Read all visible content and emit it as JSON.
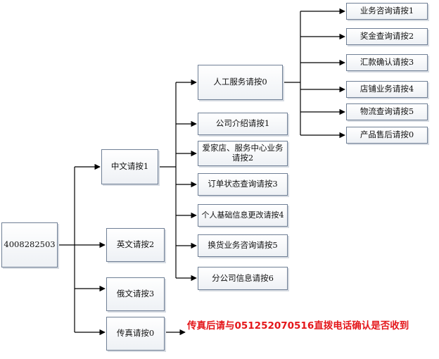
{
  "diagram": {
    "root": {
      "label": "4008282503"
    },
    "level1": [
      {
        "label": "中文请按1"
      },
      {
        "label": "英文请按2"
      },
      {
        "label": "俄文请按3"
      },
      {
        "label": "传真请按0"
      }
    ],
    "chinese_menu": [
      {
        "label": "人工服务请按0"
      },
      {
        "label": "公司介绍请按1"
      },
      {
        "label": "爱家店、服务中心业务请按2"
      },
      {
        "label": "订单状态查询请按3"
      },
      {
        "label": "个人基础信息更改请按4"
      },
      {
        "label": "换货业务咨询请按5"
      },
      {
        "label": "分公司信息请按6"
      }
    ],
    "human_service_menu": [
      {
        "label": "业务咨询请按1"
      },
      {
        "label": "奖金查询请按2"
      },
      {
        "label": "汇款确认请按3"
      },
      {
        "label": "店铺业务请按4"
      },
      {
        "label": "物流查询请按5"
      },
      {
        "label": "产品售后请按0"
      }
    ],
    "fax_note": "传真后请与051252070516直拨电话确认是否收到"
  },
  "colors": {
    "line": "#000000",
    "box_border": "#6f7f95",
    "note_text": "#e4161a"
  }
}
